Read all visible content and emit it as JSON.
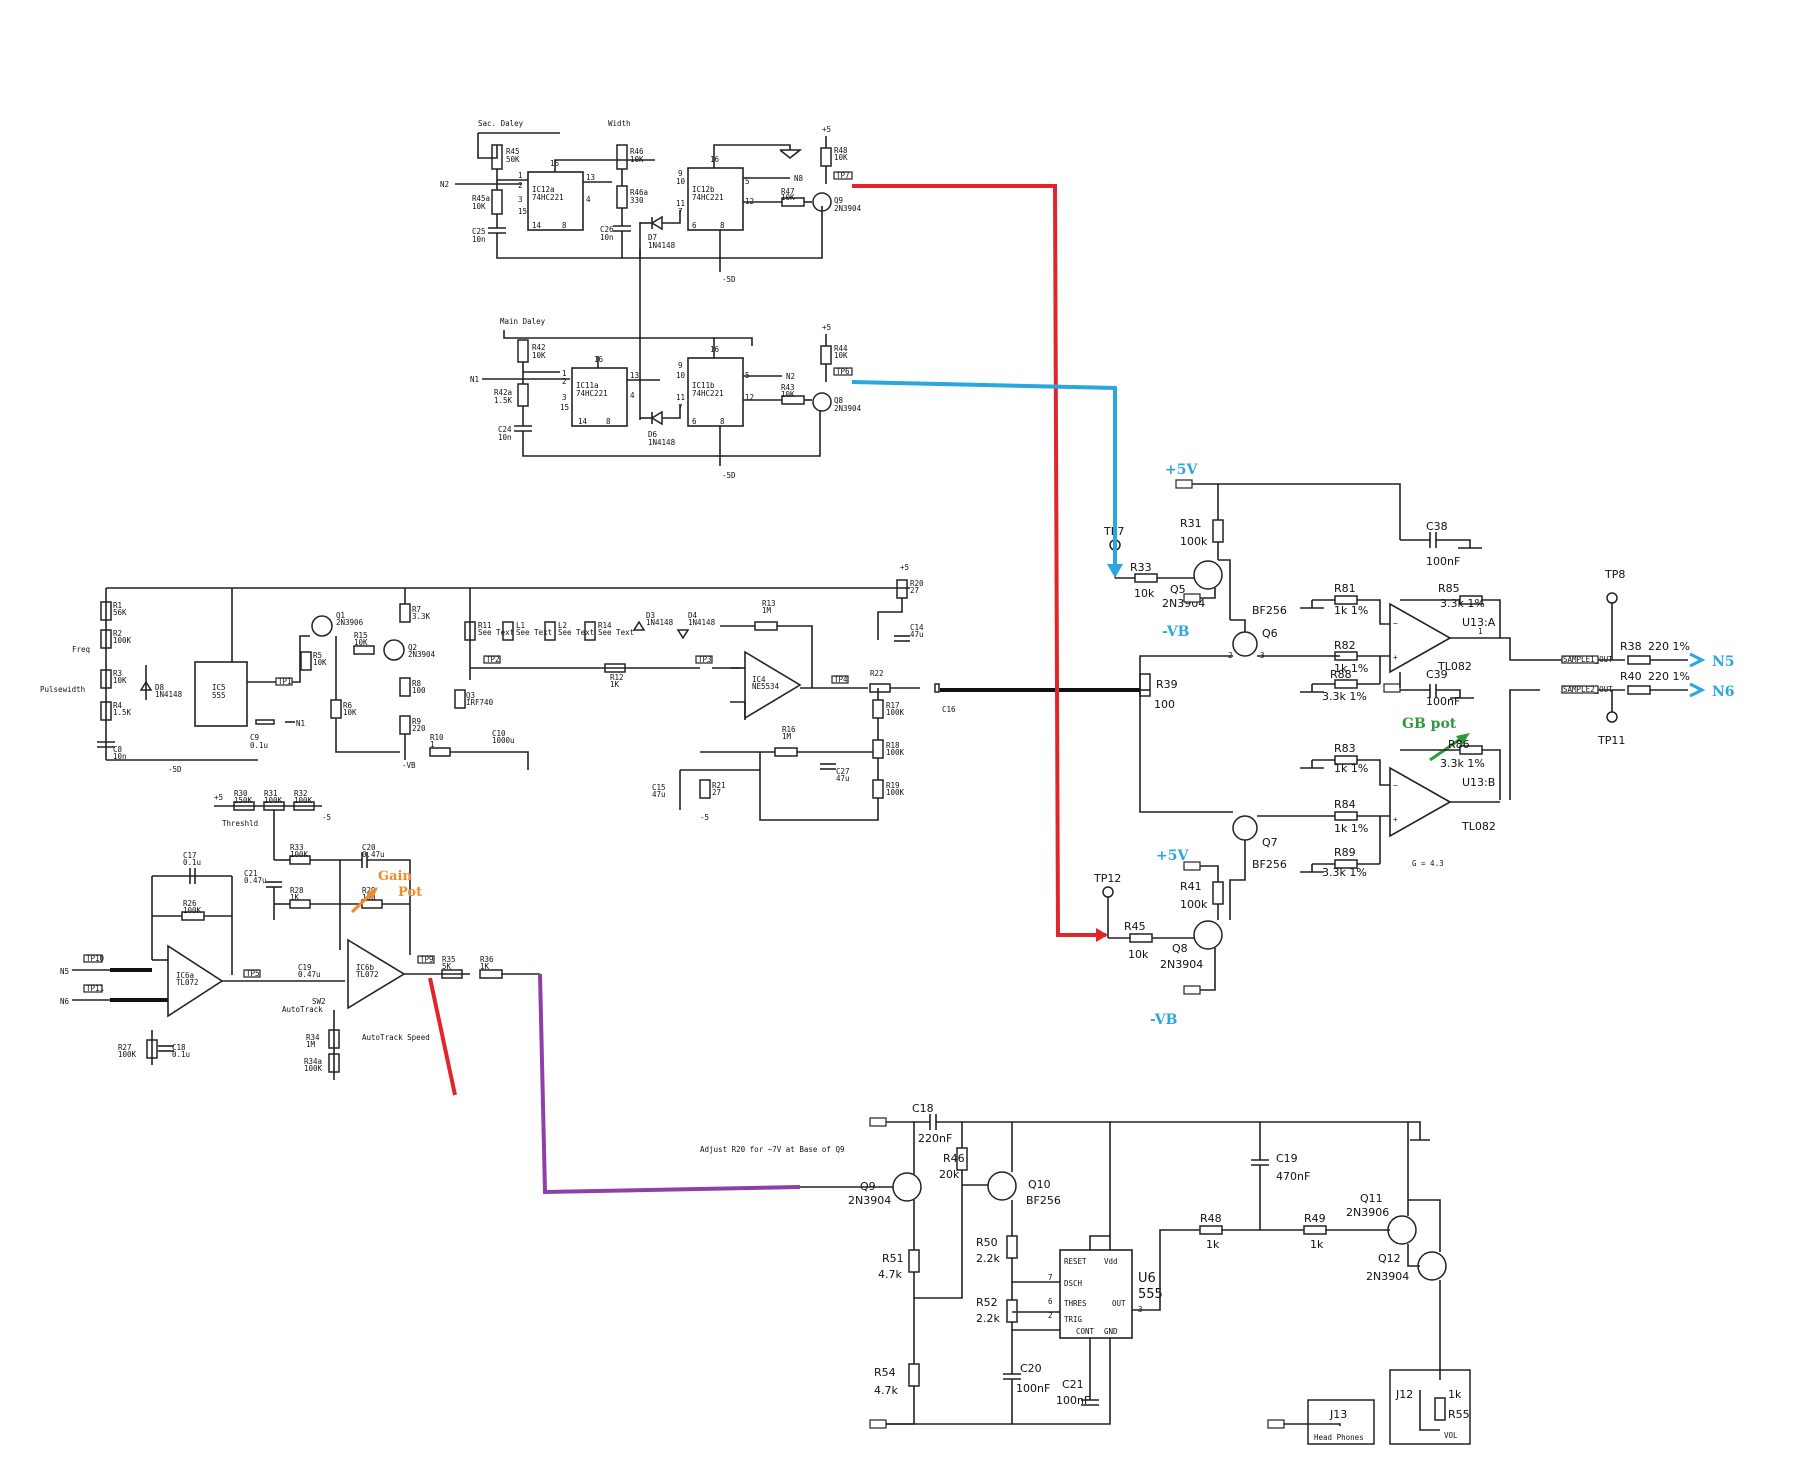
{
  "colors": {
    "red": "#e0262a",
    "blue": "#2aa7df",
    "purple": "#8e3fa8",
    "green": "#2e9a3a",
    "orange": "#f08a2c",
    "black": "#111111"
  },
  "delay_top": {
    "sac": "Sac. Daley",
    "width": "Width",
    "r45": "R45",
    "r45v": "50K",
    "r45a": "R45a",
    "r45av": "10K",
    "r46": "R46",
    "r46v": "10K",
    "r46a": "R46a",
    "r46av": "330",
    "c25": "C25",
    "c25v": "10n",
    "c26": "C26",
    "c26v": "10n",
    "ic12a": "IC12a",
    "ic12b": "IC12b",
    "part": "74HC221",
    "d7": "D7",
    "d7v": "1N4148",
    "r47": "R47",
    "r47v": "10K",
    "r48": "R48",
    "r48v": "10K",
    "q9": "Q9",
    "q9v": "2N3904",
    "tp": "TP7",
    "n8": "N8",
    "n2in": "N2",
    "plus5": "+5",
    "m5d": "-5D"
  },
  "delay_bot": {
    "main": "Main Daley",
    "r42": "R42",
    "r42v": "10K",
    "r42a": "R42a",
    "r42av": "1.5K",
    "c24": "C24",
    "c24v": "10n",
    "ic11a": "IC11a",
    "ic11b": "IC11b",
    "part": "74HC221",
    "d6": "D6",
    "d6v": "1N4148",
    "r43": "R43",
    "r43v": "10K",
    "r44": "R44",
    "r44v": "10K",
    "q8": "Q8",
    "q8v": "2N3904",
    "tp": "TP6",
    "n2": "N2",
    "n1in": "N1",
    "plus5": "+5",
    "m5d": "-5D"
  },
  "osc": {
    "r1": "R1",
    "r1v": "56K",
    "r2": "R2",
    "r2v": "100K",
    "freq": "Freq",
    "pulse": "Pulsewidth",
    "r3": "R3",
    "r3v": "10K",
    "r4": "R4",
    "r4v": "1.5K",
    "c8": "C8",
    "c8v": "10n",
    "d8": "D8",
    "d8v": "1N4148",
    "ic5": "IC5",
    "ic5v": "555",
    "c9": "C9",
    "c9v": "0.1u",
    "tp1": "TP1",
    "n1": "N1",
    "m5d": "-5D",
    "q1": "Q1",
    "q1v": "2N3906",
    "r5": "R5",
    "r5v": "10K",
    "r15": "R15",
    "r15v": "10K",
    "r6": "R6",
    "r6v": "10K",
    "r7": "R7",
    "r7v": "3.3K",
    "q2": "Q2",
    "q2v": "2N3904",
    "r8": "R8",
    "r8v": "100",
    "r9": "R9",
    "r9v": "220",
    "mvb": "-VB",
    "q3": "Q3",
    "q3v": "IRF740",
    "r10": "R10",
    "r10v": "1",
    "c10": "C10",
    "c10v": "1000u",
    "r11": "R11",
    "r11v": "See Text",
    "l1": "L1",
    "l1v": "See Text",
    "l2": "L2",
    "l2v": "See Text",
    "r14": "R14",
    "r14v": "See Text",
    "tp2": "TP2",
    "tp3": "TP3",
    "r12": "R12",
    "r12v": "1K",
    "d3": "D3",
    "d3v": "1N4148",
    "d4": "D4",
    "d4v": "1N4148",
    "r13": "R13",
    "r13v": "1M",
    "ic4": "IC4",
    "ic4v": "NE5534",
    "tp4": "TP4",
    "r16": "R16",
    "r16v": "1M",
    "plus5": "+5",
    "r20": "R20",
    "r20v": "27",
    "c14": "C14",
    "c14v": "47u",
    "r22": "R22",
    "r17": "R17",
    "r17v": "100K",
    "c16": "C16",
    "r18": "R18",
    "r18v": "100K",
    "c27": "C27",
    "c27v": "47u",
    "r19": "R19",
    "r19v": "100K",
    "c15": "C15",
    "c15v": "47u",
    "r21": "R21",
    "r21v": "27",
    "m5": "-5"
  },
  "amp": {
    "plus5": "+5",
    "r30": "R30",
    "r30v": "150K",
    "r31": "R31",
    "r31v": "100K",
    "r32": "R32",
    "r32v": "100K",
    "m5": "-5",
    "thresh": "Threshld",
    "r33": "R33",
    "r33v": "100K",
    "c20": "C20",
    "c20v": "0.47u",
    "c21": "C21",
    "c21v": "0.47u",
    "r28": "R28",
    "r28v": "1K",
    "r29": "R29",
    "r29v": "100",
    "gain1": "Gain",
    "gain2": "Pot",
    "c17": "C17",
    "c17v": "0.1u",
    "r26": "R26",
    "r26v": "100K",
    "tp10": "TP10",
    "tp11": "TP11",
    "n5": "N5",
    "n6": "N6",
    "ic6a": "IC6a",
    "ic6av": "TL072",
    "tp5": "TP5",
    "c19": "C19",
    "c19v": "0.47u",
    "ic6b": "IC6b",
    "ic6bv": "TL072",
    "tp9": "TP9",
    "r35": "R35",
    "r35v": "5K",
    "r36": "R36",
    "r36v": "1K",
    "sw2": "SW2",
    "autotrack": "AutoTrack",
    "r34": "R34",
    "r34v": "1M",
    "speed": "AutoTrack Speed",
    "r34a": "R34a",
    "r34av": "100K",
    "r27": "R27",
    "r27v": "100K",
    "c18": "C18",
    "c18v": "0.1u"
  },
  "diff": {
    "p5v": "+5V",
    "mvb": "-VB",
    "tp7": "TP7",
    "r33": "R33",
    "r33v": "10k",
    "q5": "Q5",
    "q5v": "2N3904",
    "r31": "R31",
    "r31v": "100k",
    "bf1": "BF256",
    "q6": "Q6",
    "c38": "C38",
    "c38v": "100nF",
    "r81": "R81",
    "r81v": "1k 1%",
    "r85": "R85",
    "r85v": "3.3k 1%",
    "u13a": "U13:A",
    "tl082": "TL082",
    "r82": "R82",
    "r82v": "1k 1%",
    "r88": "R88",
    "r88v": "3.3k 1%",
    "c39": "C39",
    "c39v": "100nF",
    "r39": "R39",
    "r39v": "100",
    "tp8": "TP8",
    "r38": "R38",
    "r38v": "220 1%",
    "r40": "R40",
    "r40v": "220 1%",
    "s1": "SAMPLE1_OUT",
    "s2": "SAMPLE2_OUT",
    "n5": "N5",
    "n6": "N6",
    "gb": "GB pot",
    "r83": "R83",
    "r83v": "1k 1%",
    "r86": "R86",
    "r86v": "3.3k 1%",
    "tp11": "TP11",
    "u13b": "U13:B",
    "r84": "R84",
    "r84v": "1k 1%",
    "r89": "R89",
    "r89v": "3.3k 1%",
    "tl082b": "TL082",
    "g": "G = 4.3",
    "q7": "Q7",
    "bf2": "BF256",
    "p5v2": "+5V",
    "tp12": "TP12",
    "r41": "R41",
    "r41v": "100k",
    "r45": "R45",
    "r45v": "10k",
    "q8": "Q8",
    "q8v": "2N3904",
    "mvb2": "-VB"
  },
  "audio": {
    "c18": "C18",
    "c18v": "220nF",
    "r46": "R46",
    "r46v": "20k",
    "adjust": "Adjust R20 for ~7V at Base of Q9",
    "q9": "Q9",
    "q9v": "2N3904",
    "q10": "Q10",
    "q10v": "BF256",
    "r51": "R51",
    "r51v": "4.7k",
    "r50": "R50",
    "r50v": "2.2k",
    "r52": "R52",
    "r52v": "2.2k",
    "r54": "R54",
    "r54v": "4.7k",
    "c20": "C20",
    "c20v": "100nF",
    "c21": "C21",
    "c21v": "100nF",
    "u6": "U6",
    "u6v": "555",
    "reset": "RESET",
    "vdd": "Vdd",
    "dsch": "DSCH",
    "thres": "THRES",
    "trig": "TRIG",
    "out": "OUT",
    "cont": "CONT",
    "gnd": "GND",
    "c19": "C19",
    "c19v": "470nF",
    "r48": "R48",
    "r48v": "1k",
    "r49": "R49",
    "r49v": "1k",
    "q11": "Q11",
    "q11v": "2N3906",
    "q12": "Q12",
    "q12v": "2N3904",
    "j12": "J12",
    "r55": "R55",
    "r55v": "1k",
    "vol": "VOL",
    "j13": "J13",
    "hp": "Head Phones"
  }
}
